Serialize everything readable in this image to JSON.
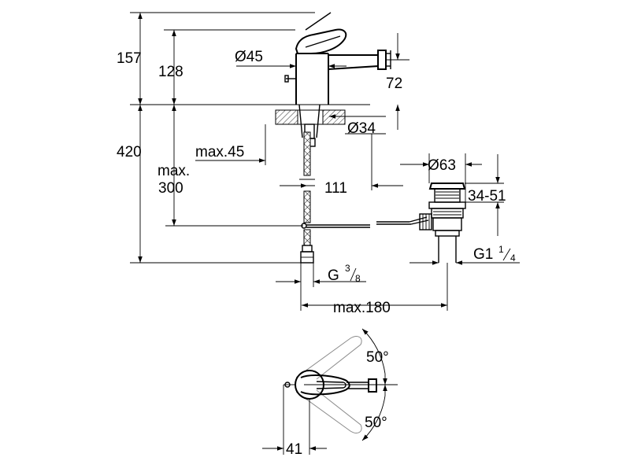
{
  "dimensions": {
    "d157": "157",
    "d128": "128",
    "d420": "420",
    "max_word": "max.",
    "d300": "300",
    "max45": "max.45",
    "dia45": "Ø45",
    "d72": "72",
    "dia34": "Ø34",
    "d111": "111",
    "dia63": "Ø63",
    "d3451": "34-51",
    "g1": "G1",
    "g1_num": "1",
    "g1_den": "4",
    "g38": "G",
    "g38_num": "3",
    "g38_den": "8",
    "max180": "max.180",
    "ang_top": "50°",
    "ang_bot": "50°",
    "d41": "41"
  }
}
